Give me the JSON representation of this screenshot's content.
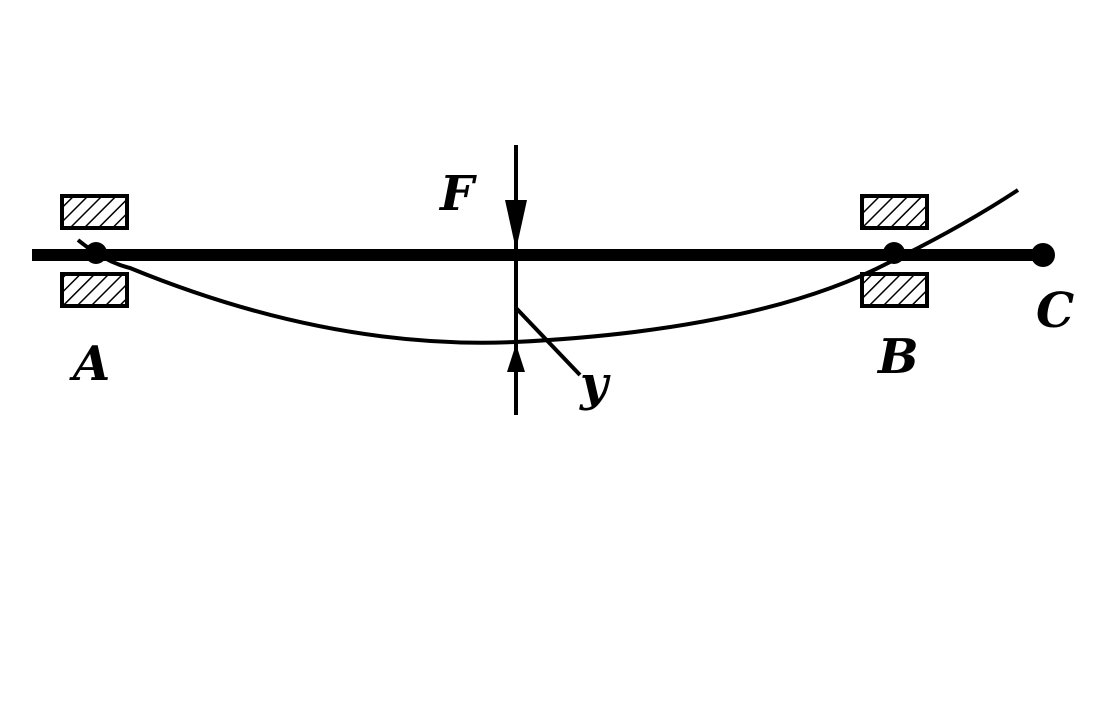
{
  "labels": {
    "a": "A",
    "b": "B",
    "c": "C",
    "f": "F",
    "y": "y"
  },
  "colors": {
    "ink": "#000000",
    "background": "#ffffff"
  }
}
